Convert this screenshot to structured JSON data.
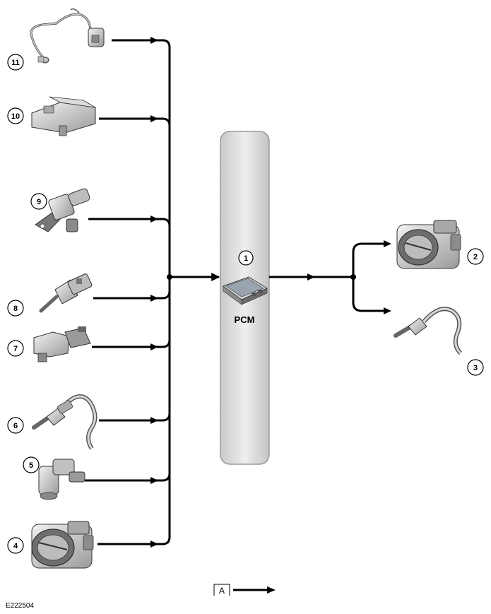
{
  "figure_id": "E222504",
  "pcm": {
    "label": "PCM",
    "callout": "1"
  },
  "inputs": [
    {
      "callout": "11",
      "component": "sensor-with-pigtail-connector"
    },
    {
      "callout": "10",
      "component": "pressure-sensor"
    },
    {
      "callout": "9",
      "component": "position-sensor"
    },
    {
      "callout": "8",
      "component": "temperature-sensor"
    },
    {
      "callout": "7",
      "component": "sensor-with-bracket"
    },
    {
      "callout": "6",
      "component": "oxygen-sensor"
    },
    {
      "callout": "5",
      "component": "sensor"
    },
    {
      "callout": "4",
      "component": "throttle-body"
    }
  ],
  "outputs": [
    {
      "callout": "2",
      "component": "throttle-body"
    },
    {
      "callout": "3",
      "component": "oxygen-sensor"
    }
  ],
  "legend": {
    "key": "A"
  }
}
